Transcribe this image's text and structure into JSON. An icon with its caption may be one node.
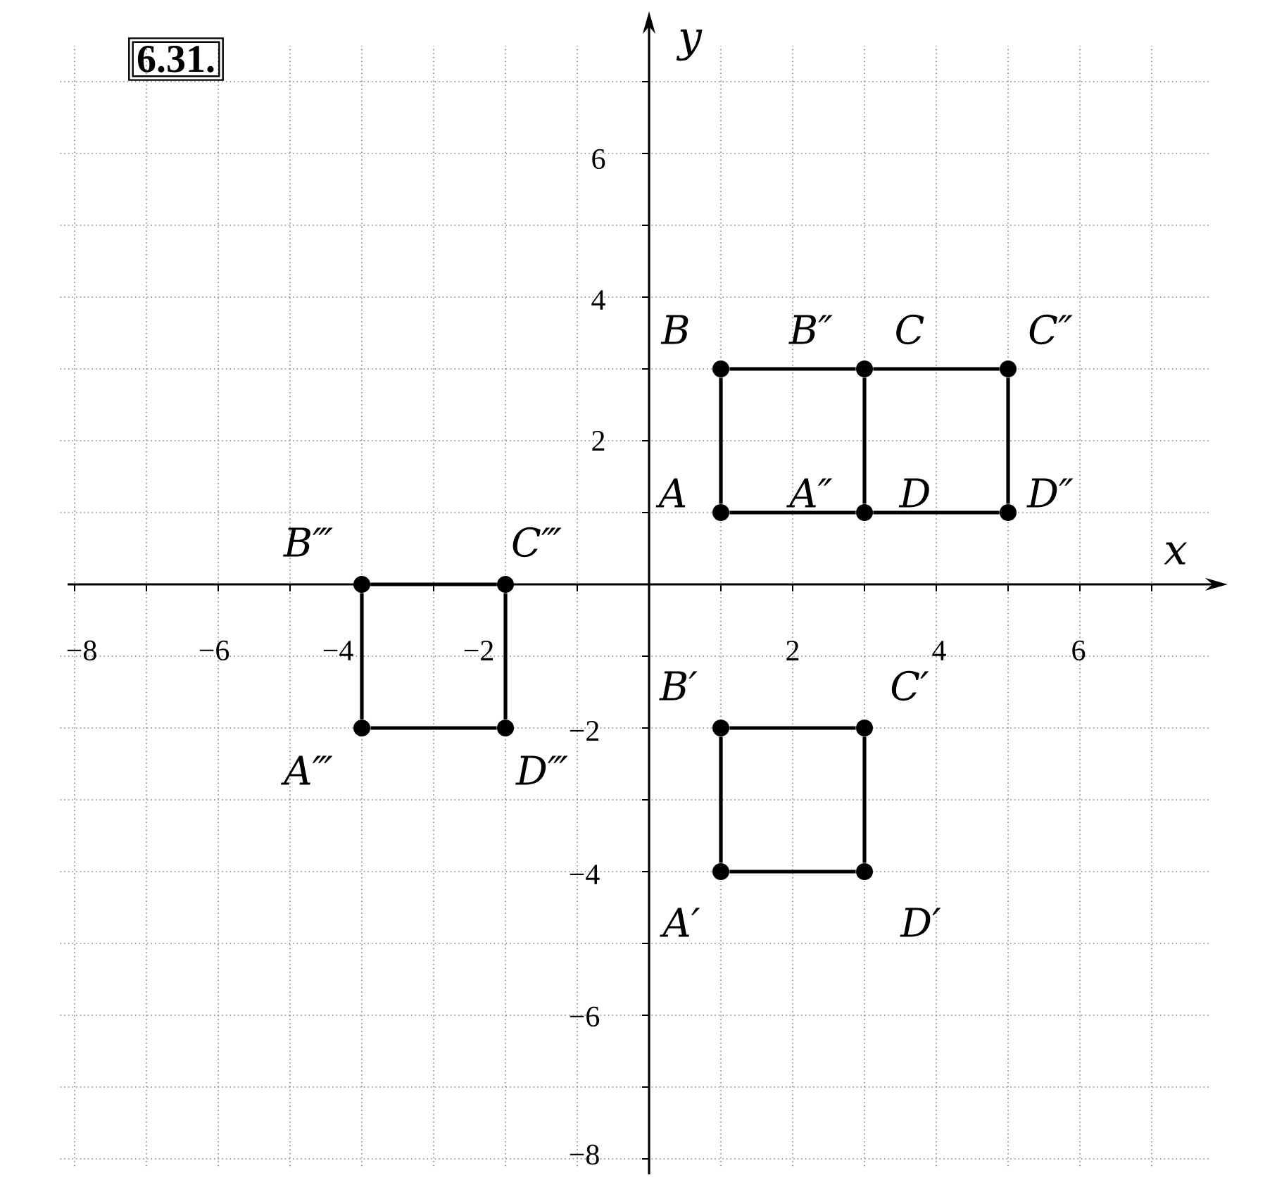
{
  "diagram": {
    "title": "6.31.",
    "nodes": [
      {
        "text": [],
        "shape": "circle",
        "beside": [
          "B"
        ]
      },
      {
        "text": [],
        "shape": "circle",
        "beside": [
          "B″",
          "C"
        ]
      },
      {
        "text": [],
        "shape": "circle",
        "beside": [
          "C″"
        ]
      },
      {
        "text": [],
        "shape": "circle",
        "beside": [
          "A"
        ]
      },
      {
        "text": [],
        "shape": "circle",
        "beside": [
          "A″",
          "D"
        ]
      },
      {
        "text": [],
        "shape": "circle",
        "beside": [
          "D″"
        ]
      },
      {
        "text": [],
        "shape": "circle",
        "beside": [
          "B′"
        ]
      },
      {
        "text": [],
        "shape": "circle",
        "beside": [
          "C′"
        ]
      },
      {
        "text": [],
        "shape": "circle",
        "beside": [
          "A′"
        ]
      },
      {
        "text": [],
        "shape": "circle",
        "beside": [
          "D′"
        ]
      },
      {
        "text": [],
        "shape": "circle",
        "beside": [
          "B‴"
        ]
      },
      {
        "text": [],
        "shape": "circle",
        "beside": [
          "C‴"
        ]
      },
      {
        "text": [],
        "shape": "circle",
        "beside": [
          "A‴"
        ]
      },
      {
        "text": [],
        "shape": "circle",
        "beside": [
          "D‴"
        ]
      }
    ],
    "edges": [
      {
        "from": 0,
        "to": 1,
        "arrow": "none"
      },
      {
        "from": 1,
        "to": 2,
        "arrow": "none"
      },
      {
        "from": 3,
        "to": 4,
        "arrow": "none"
      },
      {
        "from": 4,
        "to": 5,
        "arrow": "none"
      },
      {
        "from": 0,
        "to": 3,
        "arrow": "none"
      },
      {
        "from": 1,
        "to": 4,
        "arrow": "none"
      },
      {
        "from": 2,
        "to": 5,
        "arrow": "none"
      },
      {
        "from": 6,
        "to": 7,
        "arrow": "none"
      },
      {
        "from": 8,
        "to": 9,
        "arrow": "none"
      },
      {
        "from": 6,
        "to": 8,
        "arrow": "none"
      },
      {
        "from": 7,
        "to": 9,
        "arrow": "none"
      },
      {
        "from": 10,
        "to": 11,
        "arrow": "none"
      },
      {
        "from": 12,
        "to": 13,
        "arrow": "none"
      },
      {
        "from": 10,
        "to": 12,
        "arrow": "none"
      },
      {
        "from": 11,
        "to": 13,
        "arrow": "none"
      }
    ],
    "labels": [
      "−8",
      "−6",
      "−4",
      "−2",
      "2",
      "4",
      "6",
      "6",
      "4",
      "2",
      "−2",
      "−4",
      "−6",
      "−8",
      "x",
      "y"
    ]
  }
}
